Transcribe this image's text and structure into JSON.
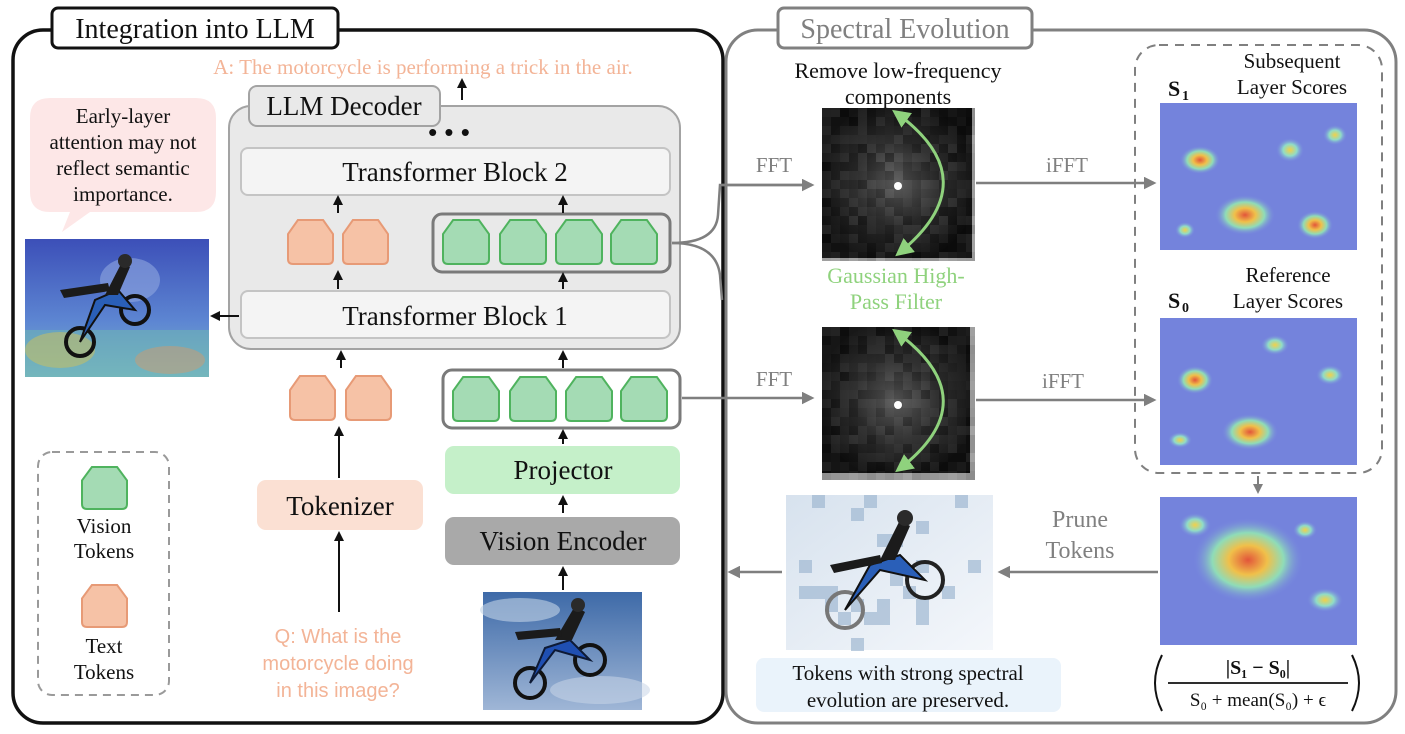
{
  "left_panel": {
    "title": "Integration into LLM",
    "answer": "A: The motorcycle is performing a trick in the air.",
    "decoder_title": "LLM Decoder",
    "dots": "• • •",
    "block2": "Transformer Block 2",
    "block1": "Transformer Block 1",
    "projector": "Projector",
    "vision_encoder": "Vision Encoder",
    "tokenizer": "Tokenizer",
    "question": [
      "Q: What is the",
      "motorcycle doing",
      "in this image?"
    ],
    "note": [
      "Early-layer",
      "attention may not",
      "reflect semantic",
      "importance."
    ],
    "legend": {
      "vision": [
        "Vision",
        "Tokens"
      ],
      "text": [
        "Text",
        "Tokens"
      ]
    }
  },
  "right_panel": {
    "title": "Spectral Evolution",
    "remove_lowfreq": [
      "Remove low-frequency",
      "components"
    ],
    "filter": [
      "Gaussian High-",
      "Pass Filter"
    ],
    "fft_top": "FFT",
    "fft_bottom": "FFT",
    "ifft_top": "iFFT",
    "ifft_bottom": "iFFT",
    "s1_symbol": "S",
    "s1_sub": "1",
    "s1_label": [
      "Subsequent",
      "Layer Scores"
    ],
    "s0_symbol": "S",
    "s0_sub": "0",
    "s0_label": [
      "Reference",
      "Layer Scores"
    ],
    "prune": [
      "Prune",
      "Tokens"
    ],
    "preserved": [
      "Tokens with strong spectral",
      "evolution are preserved."
    ],
    "formula": {
      "num": "|S₁ − S₀|",
      "den": "S₀ + mean(S₀) + ϵ"
    }
  },
  "colors": {
    "vision_token_fill": "#a4dbb4",
    "vision_token_stroke": "#4fb35e",
    "text_token_fill": "#f6c2a6",
    "text_token_stroke": "#e79a76",
    "projector_fill": "#c5f0c9",
    "tokenizer_fill": "#fbe0d3",
    "encoder_fill": "#a9a9a9",
    "decoder_fill": "#e9e9e9",
    "answer_text": "#f3b497",
    "filter_text": "#8fd27d",
    "gray_line": "#7f7f7f"
  }
}
